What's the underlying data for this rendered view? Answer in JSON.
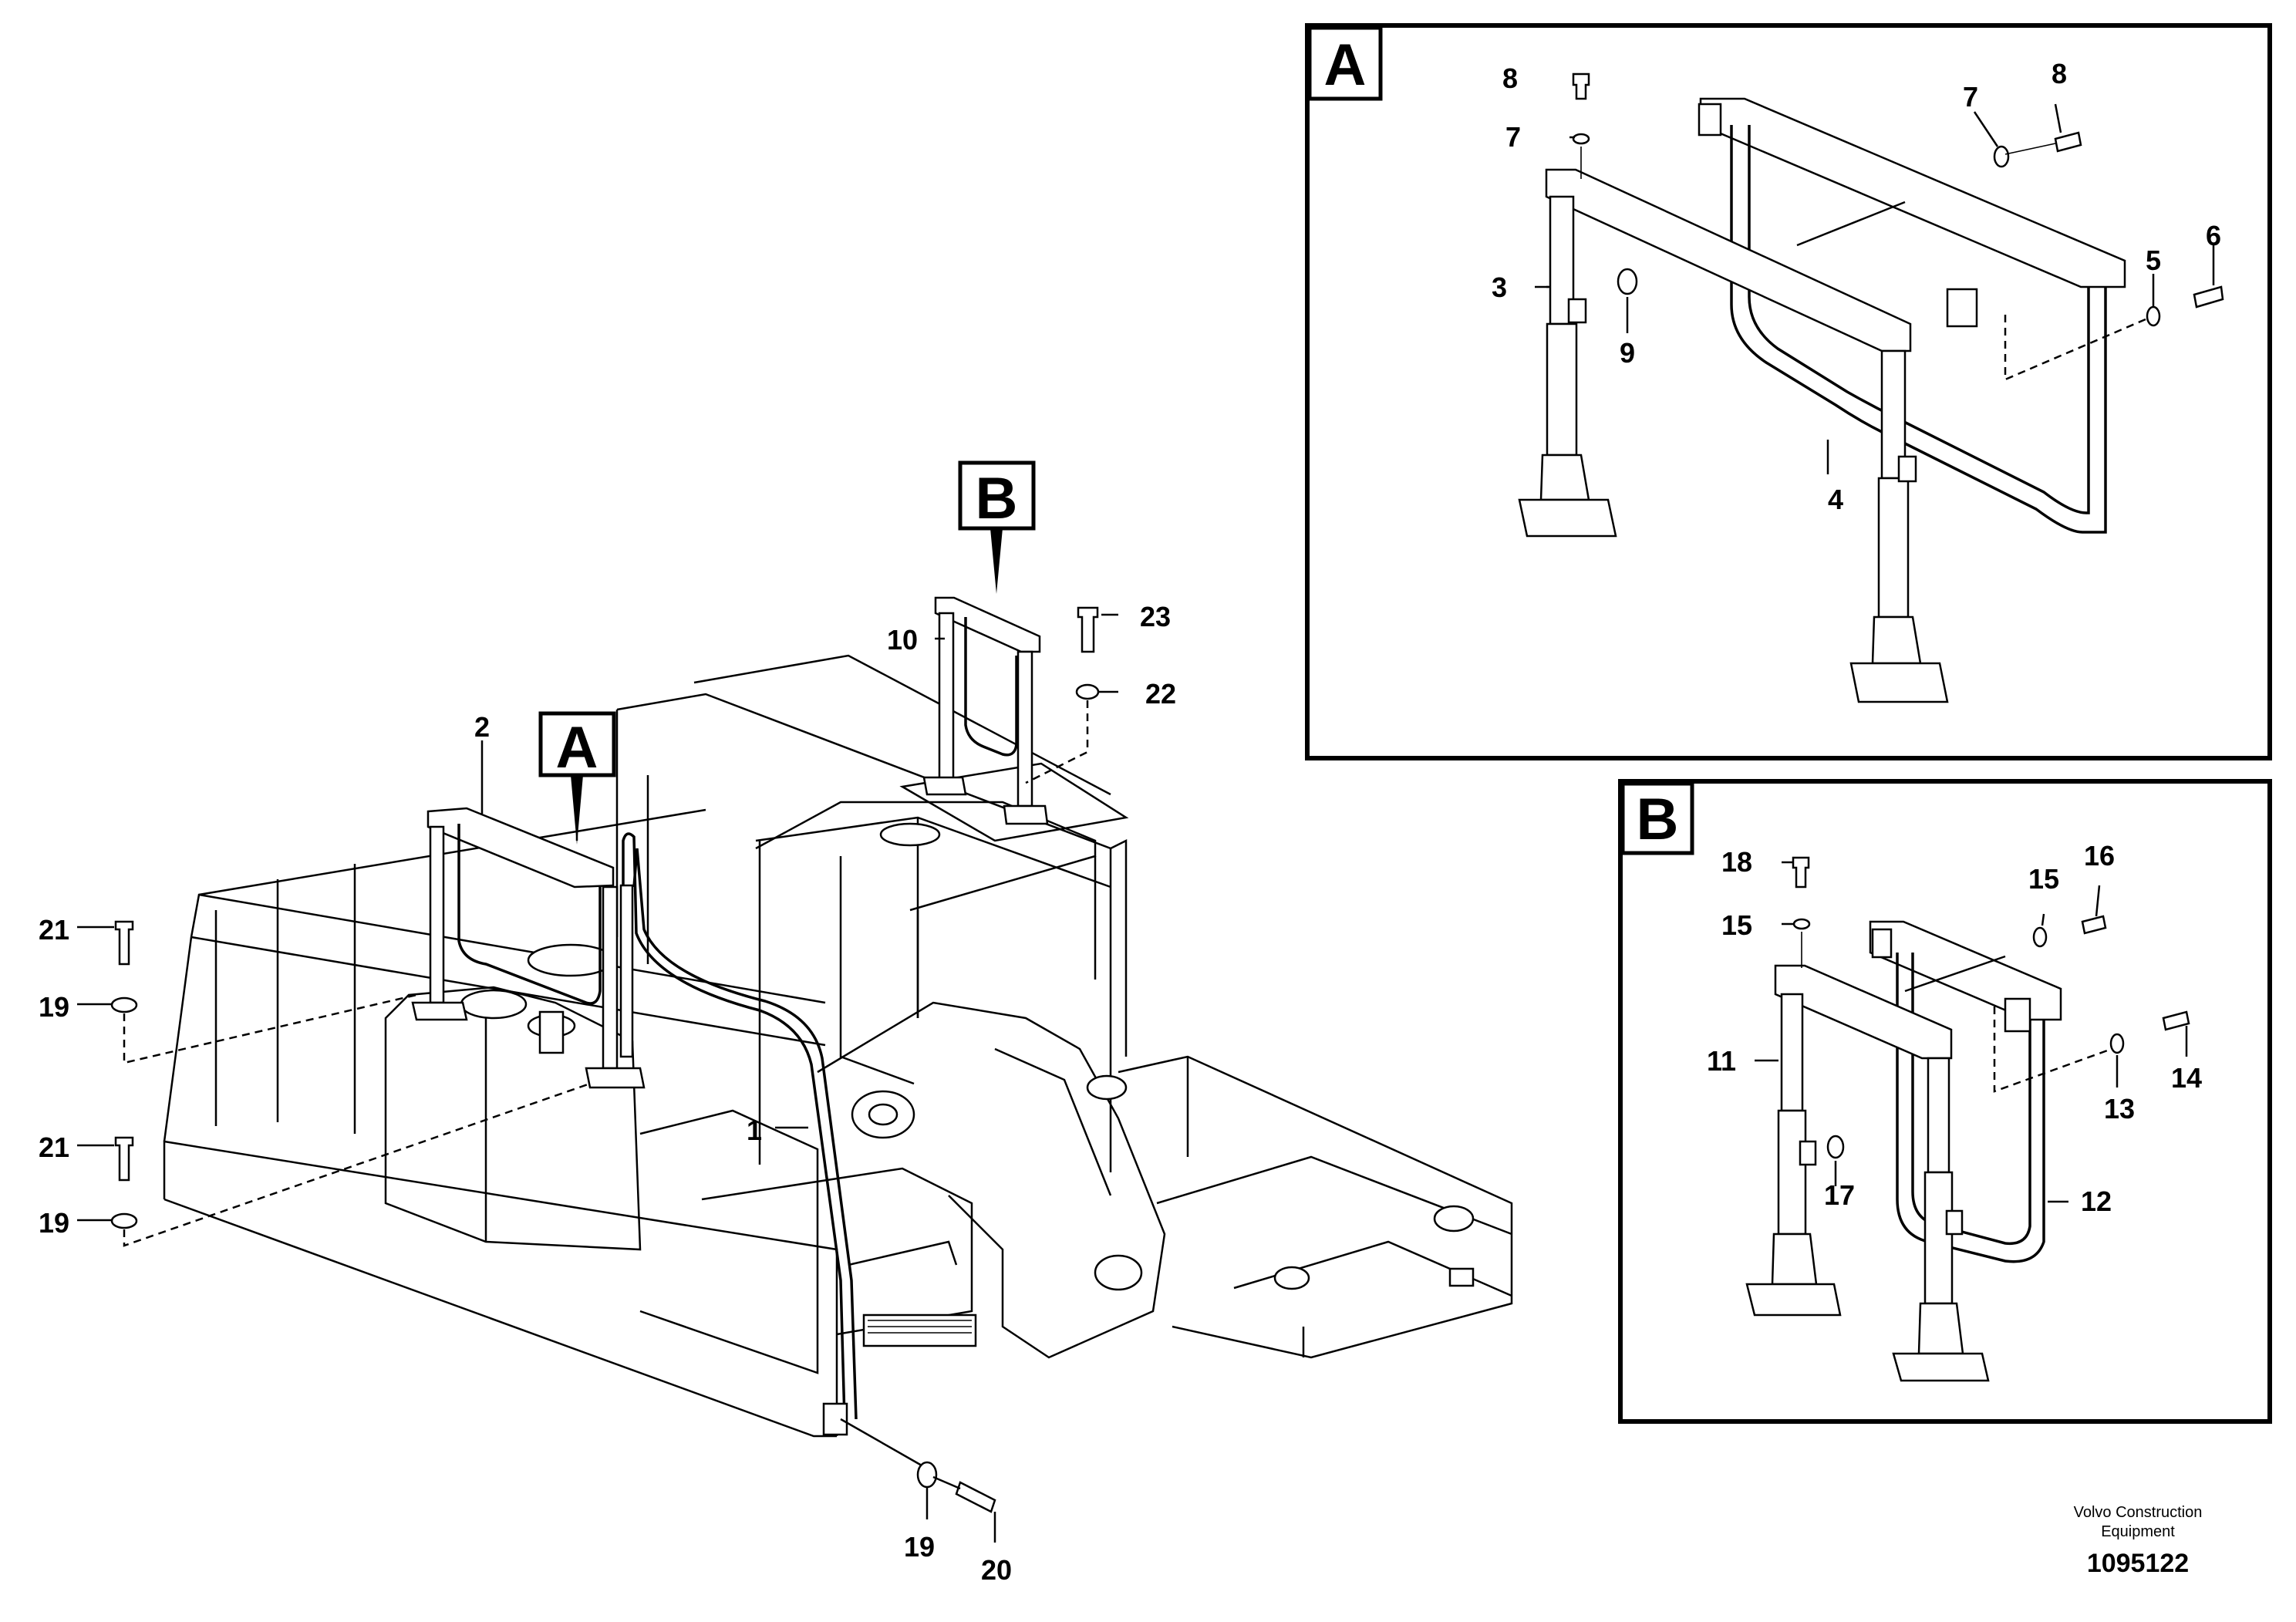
{
  "detail_a": {
    "badge": "A"
  },
  "detail_b": {
    "badge": "B"
  },
  "main": {
    "callout_a": "A",
    "callout_b": "B"
  },
  "labels": {
    "p1": "1",
    "p2": "2",
    "p3": "3",
    "p4": "4",
    "p5": "5",
    "p6": "6",
    "p7": "7",
    "p8": "8",
    "p9": "9",
    "p10": "10",
    "p11": "11",
    "p12": "12",
    "p13": "13",
    "p14": "14",
    "p15": "15",
    "p16": "16",
    "p17": "17",
    "p18": "18",
    "p19": "19",
    "p20": "20",
    "p21": "21",
    "p22": "22",
    "p23": "23"
  },
  "footer": {
    "brand_line1": "Volvo Construction",
    "brand_line2": "Equipment",
    "doc_number": "1095122"
  }
}
